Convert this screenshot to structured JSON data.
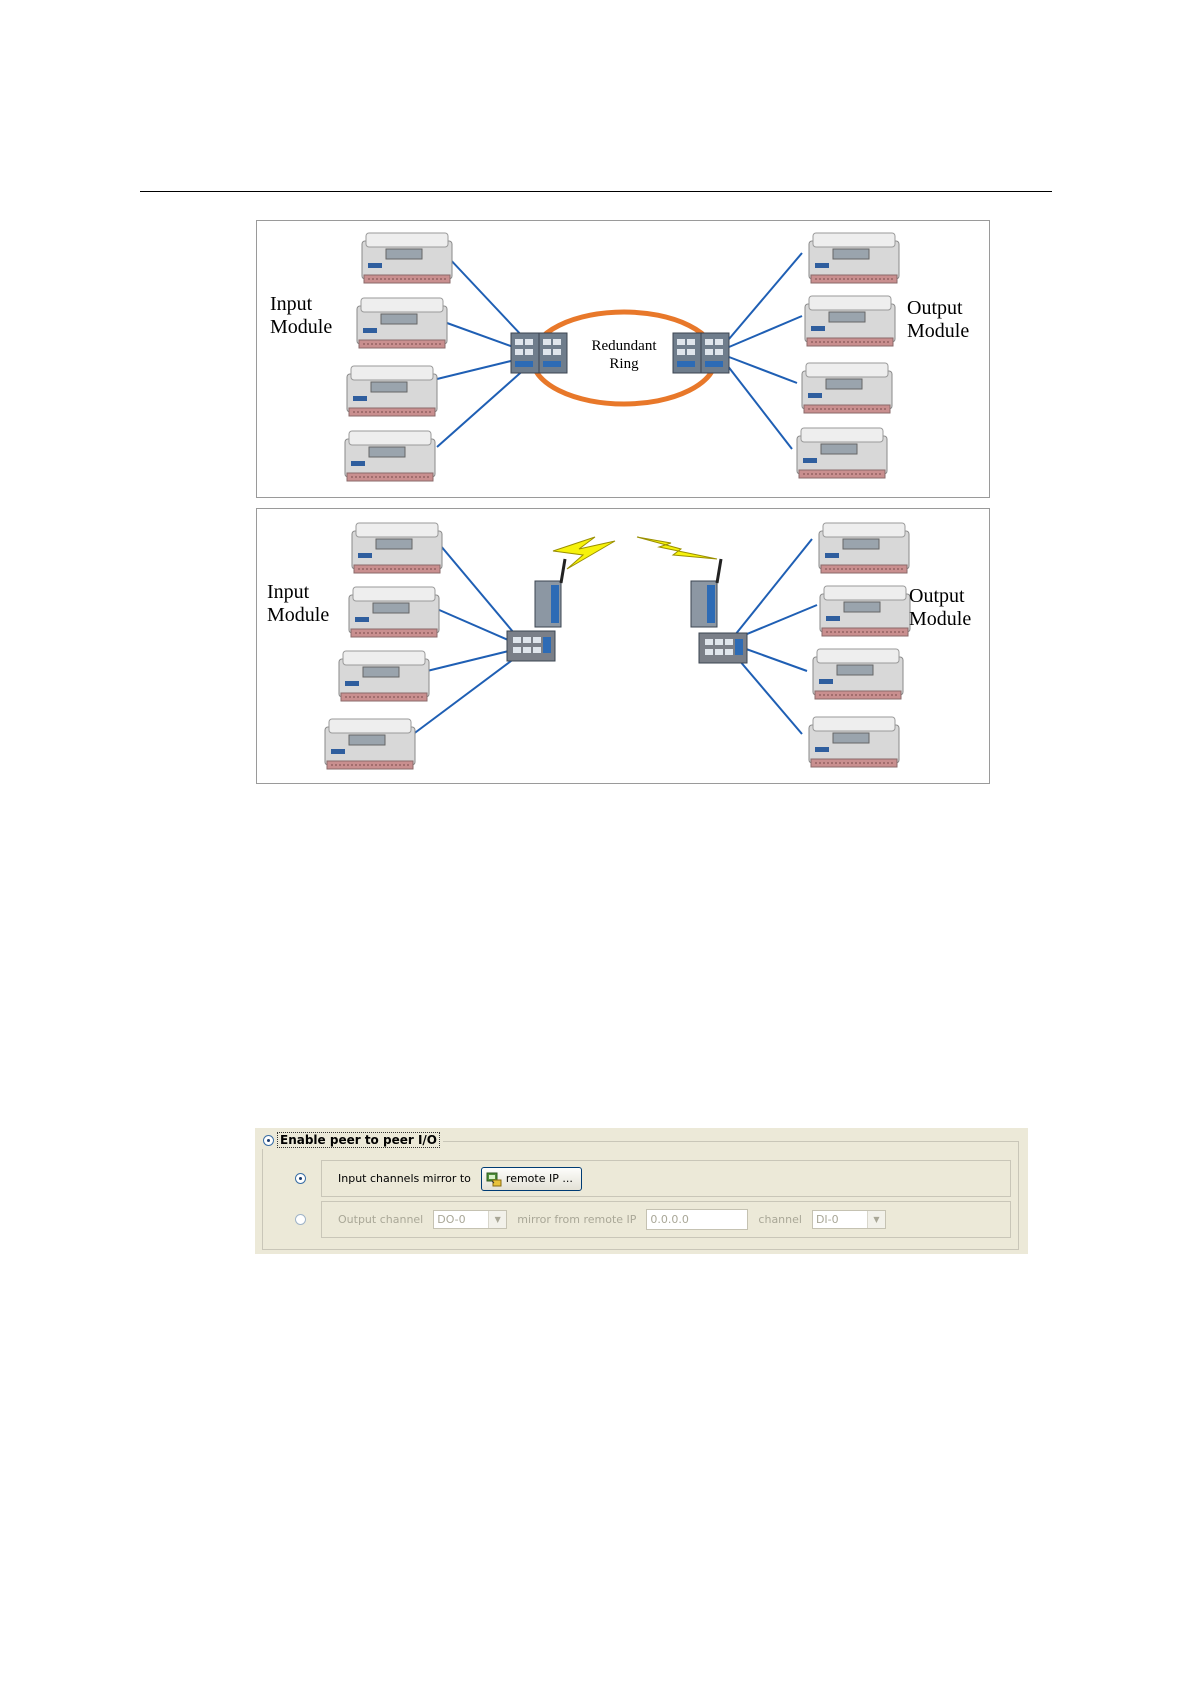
{
  "figure_ring": {
    "input_label": [
      "Input",
      "Module"
    ],
    "output_label": [
      "Output",
      "Module"
    ],
    "ring_label": [
      "Redundant",
      "Ring"
    ]
  },
  "figure_wireless": {
    "input_label": [
      "Input",
      "Module"
    ],
    "output_label": [
      "Output",
      "Module"
    ]
  },
  "dialog": {
    "group_title": "Enable peer to peer I/O",
    "row1": {
      "label": "Input channels mirror to",
      "button_label": "remote IP ..."
    },
    "row2": {
      "output_channel_label": "Output channel",
      "output_channel_value": "DO-0",
      "mirror_label": "mirror from remote IP",
      "remote_ip_value": "0.0.0.0",
      "channel_label": "channel",
      "channel_value": "DI-0"
    }
  },
  "colors": {
    "ring": "#e8782a",
    "cable": "#1f5fb4",
    "lightning": "#f6f20c",
    "dialog_bg": "#ece9d8"
  }
}
